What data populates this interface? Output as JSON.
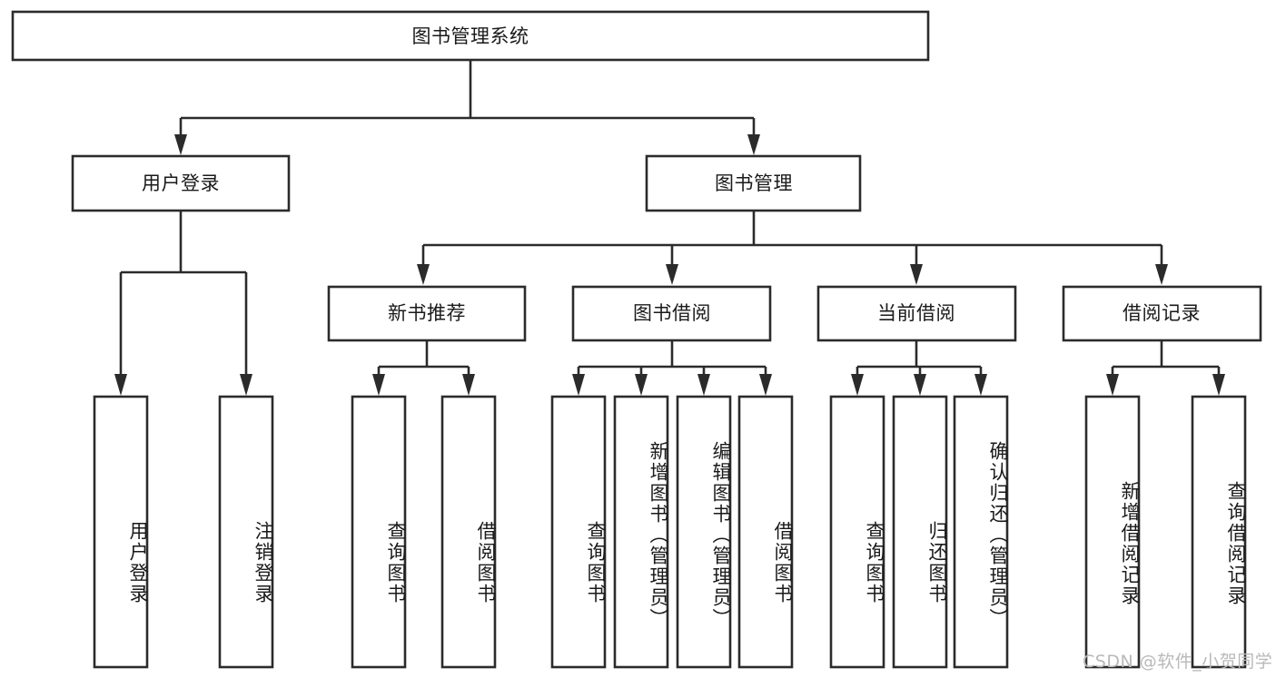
{
  "diagram": {
    "title": "图书管理系统",
    "type": "tree-hierarchy",
    "watermark": "CSDN @软件_小贺同学",
    "colors": {
      "background": "#ffffff",
      "box_fill": "#ffffff",
      "box_stroke": "#2b2b2b",
      "text": "#1a1a1a",
      "watermark": "#b9b9b9"
    },
    "levels": {
      "root": "图书管理系统",
      "level2": [
        "用户登录",
        "图书管理"
      ],
      "level3": [
        "新书推荐",
        "图书借阅",
        "当前借阅",
        "借阅记录"
      ]
    },
    "nodes": {
      "root": {
        "label": "图书管理系统"
      },
      "user_login": {
        "label": "用户登录"
      },
      "book_manage": {
        "label": "图书管理"
      },
      "new_book_rec": {
        "label": "新书推荐"
      },
      "book_borrow": {
        "label": "图书借阅"
      },
      "current_borrow": {
        "label": "当前借阅"
      },
      "borrow_record": {
        "label": "借阅记录"
      },
      "leaf_user_login": {
        "label": "用户登录"
      },
      "leaf_logout": {
        "label": "注销登录"
      },
      "leaf_query_book_1": {
        "label": "查询图书"
      },
      "leaf_borrow_book_1": {
        "label": "借阅图书"
      },
      "leaf_query_book_2": {
        "label": "查询图书"
      },
      "leaf_add_book": {
        "label": "新增图书（管理员）"
      },
      "leaf_edit_book": {
        "label": "编辑图书（管理员）"
      },
      "leaf_borrow_book_2": {
        "label": "借阅图书"
      },
      "leaf_query_book_3": {
        "label": "查询图书"
      },
      "leaf_return_book": {
        "label": "归还图书"
      },
      "leaf_confirm_return": {
        "label": "确认归还（管理员）"
      },
      "leaf_add_record": {
        "label": "新增借阅记录"
      },
      "leaf_query_record": {
        "label": "查询借阅记录"
      }
    },
    "edges": [
      {
        "from": "root",
        "to": "user_login"
      },
      {
        "from": "root",
        "to": "book_manage"
      },
      {
        "from": "user_login",
        "to": "leaf_user_login"
      },
      {
        "from": "user_login",
        "to": "leaf_logout"
      },
      {
        "from": "book_manage",
        "to": "new_book_rec"
      },
      {
        "from": "book_manage",
        "to": "book_borrow"
      },
      {
        "from": "book_manage",
        "to": "current_borrow"
      },
      {
        "from": "book_manage",
        "to": "borrow_record"
      },
      {
        "from": "new_book_rec",
        "to": "leaf_query_book_1"
      },
      {
        "from": "new_book_rec",
        "to": "leaf_borrow_book_1"
      },
      {
        "from": "book_borrow",
        "to": "leaf_query_book_2"
      },
      {
        "from": "book_borrow",
        "to": "leaf_add_book"
      },
      {
        "from": "book_borrow",
        "to": "leaf_edit_book"
      },
      {
        "from": "book_borrow",
        "to": "leaf_borrow_book_2"
      },
      {
        "from": "current_borrow",
        "to": "leaf_query_book_3"
      },
      {
        "from": "current_borrow",
        "to": "leaf_return_book"
      },
      {
        "from": "current_borrow",
        "to": "leaf_confirm_return"
      },
      {
        "from": "borrow_record",
        "to": "leaf_add_record"
      },
      {
        "from": "borrow_record",
        "to": "leaf_query_record"
      }
    ]
  }
}
